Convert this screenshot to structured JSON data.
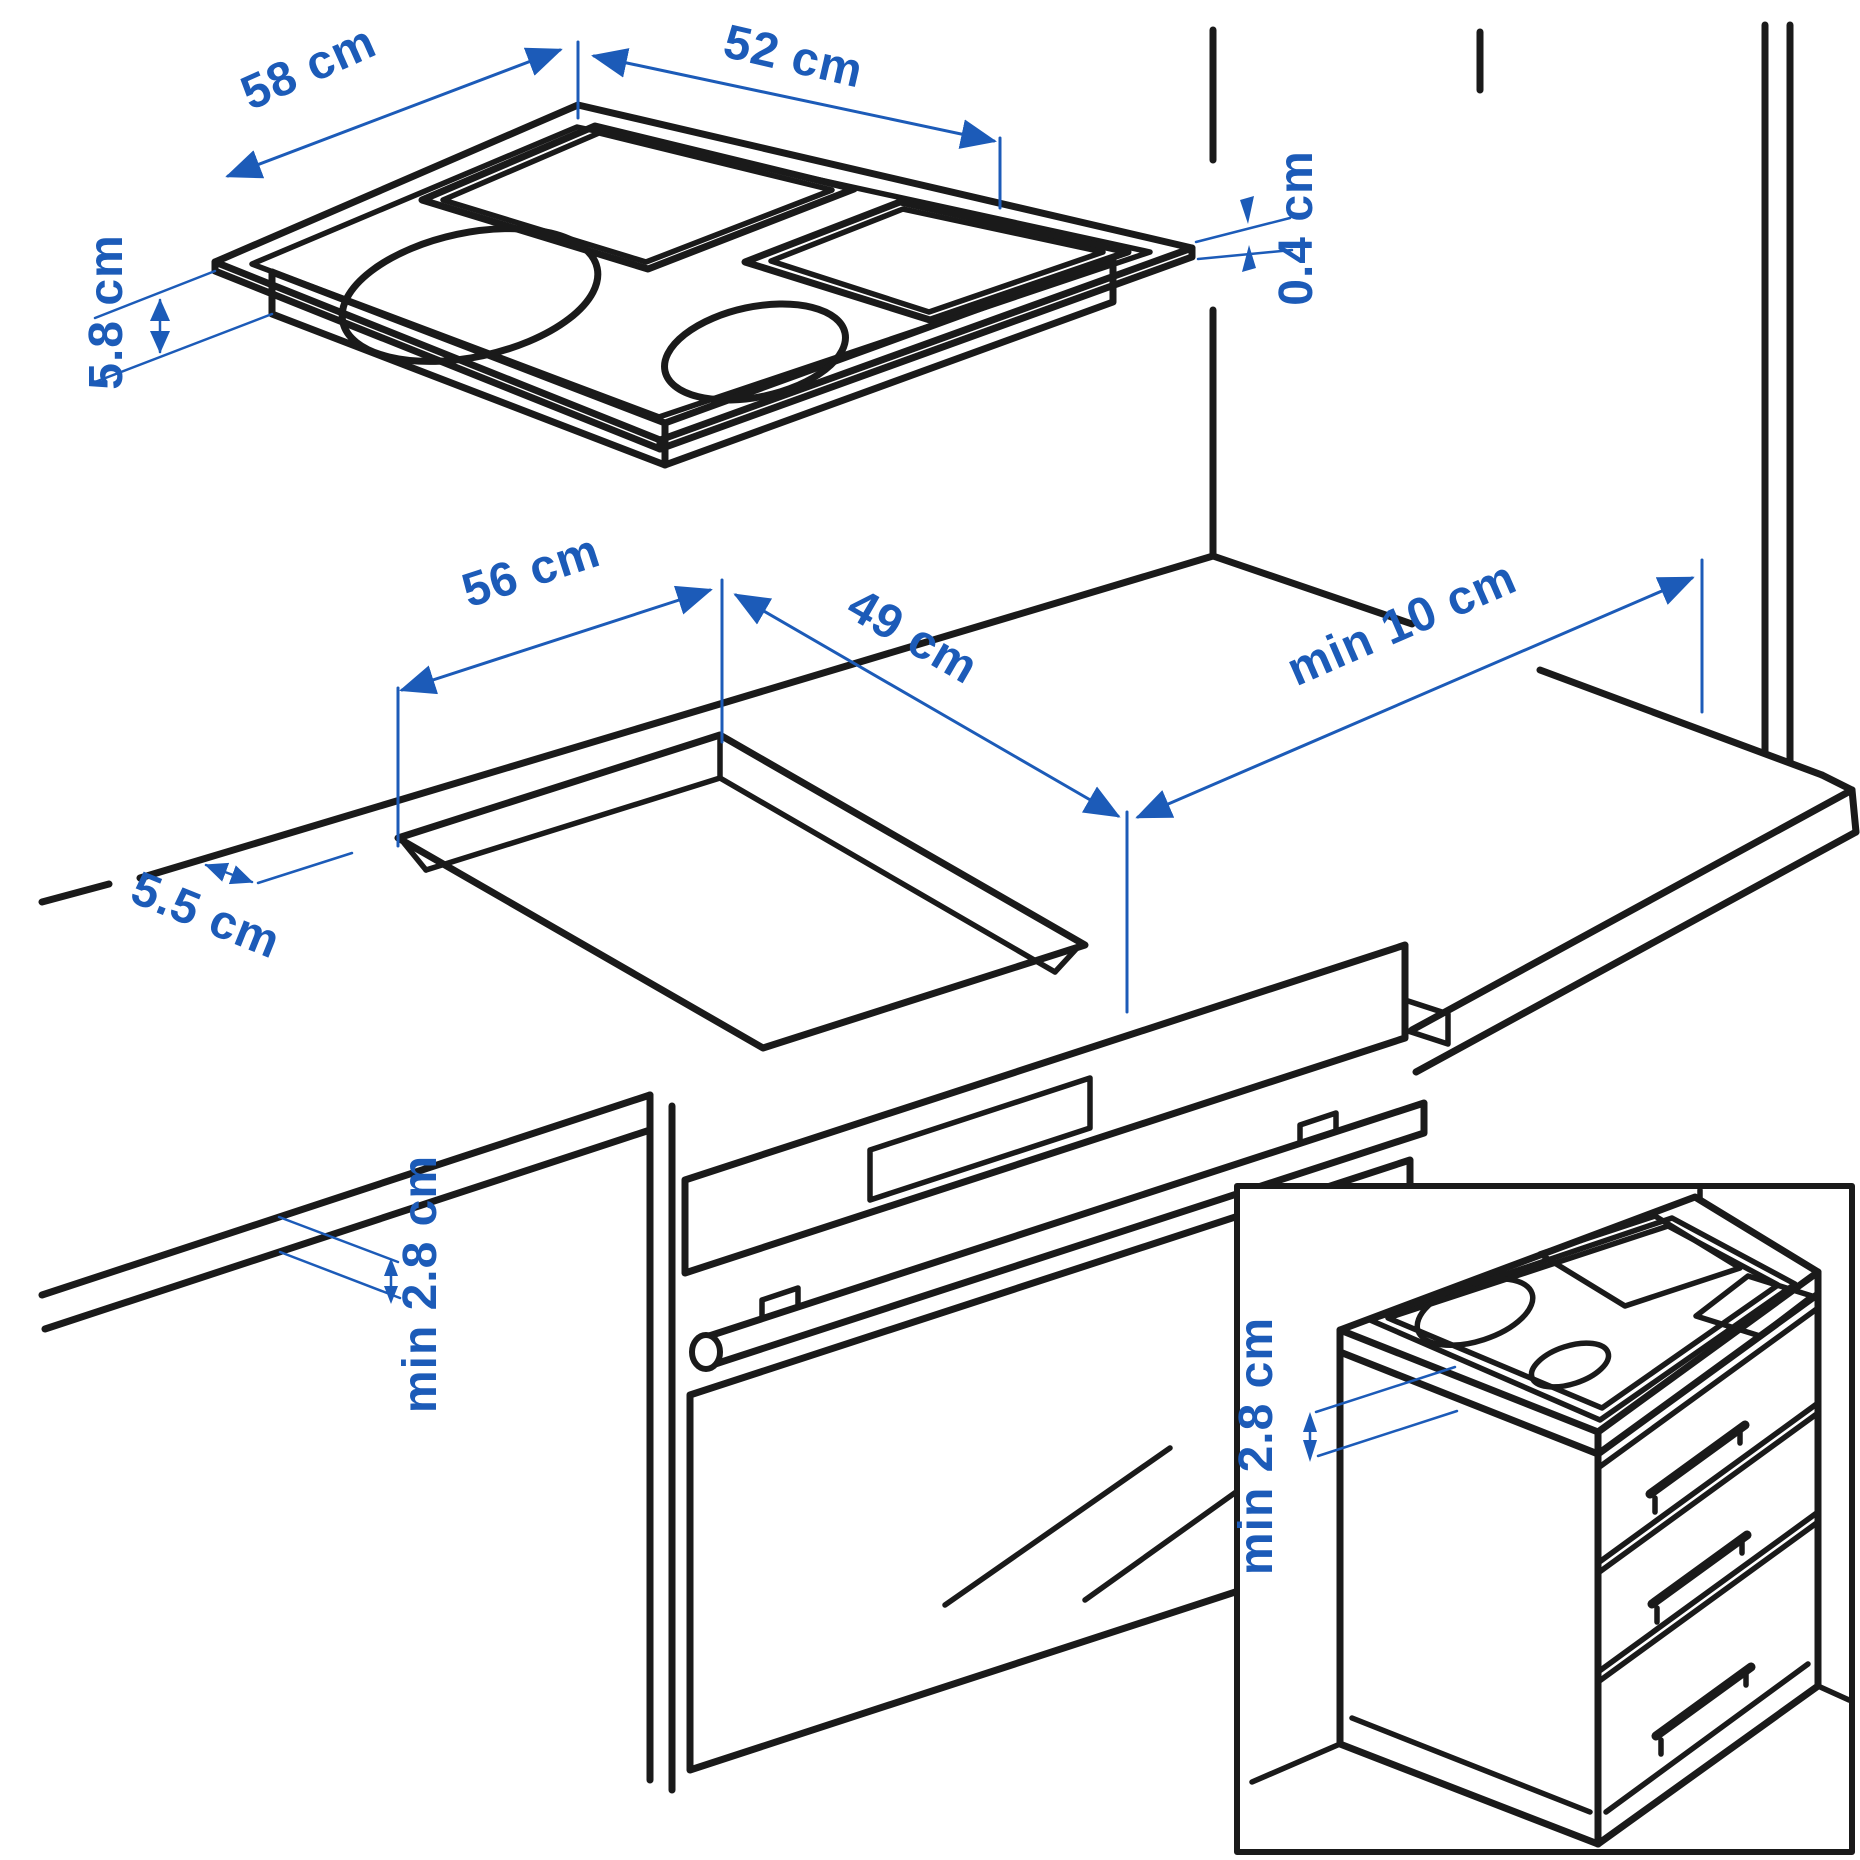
{
  "diagram": {
    "title": "Cooktop installation diagram",
    "style": "isometric technical line drawing with dimension callouts"
  },
  "colors": {
    "line": "#1a1a1a",
    "dimension": "#1c5bb8",
    "background": "#ffffff"
  },
  "labels": {
    "cooktop_width": "58 cm",
    "cooktop_depth": "52 cm",
    "cooktop_height": "5.8 cm",
    "glass_thickness": "0.4 cm",
    "cutout_width": "56 cm",
    "cutout_depth": "49 cm",
    "right_clearance": "min 10 cm",
    "front_clearance": "5.5 cm",
    "under_counter_gap": "min 2.8 cm",
    "inset_under_counter_gap": "min 2.8 cm"
  }
}
